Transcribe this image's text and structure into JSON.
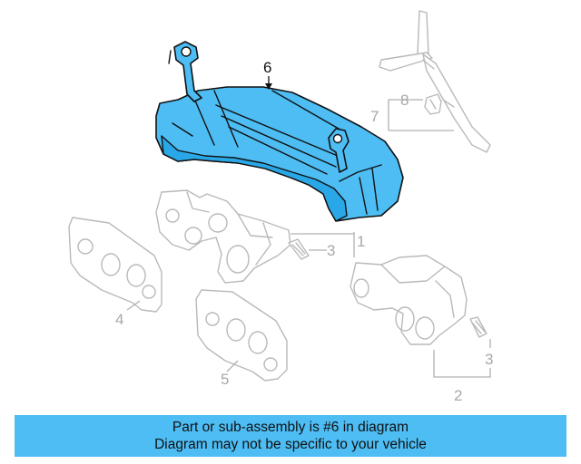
{
  "diagram": {
    "highlight_color": "#4dbdf4",
    "ghost_color": "#b9b9b9",
    "callouts": {
      "c6": "6",
      "c8": "8",
      "c7": "7",
      "c1": "1",
      "c3a": "3",
      "c4": "4",
      "c5": "5",
      "c3b": "3",
      "c2": "2"
    }
  },
  "banner": {
    "line1": "Part or sub-assembly is #6 in diagram",
    "line2": "Diagram may not be specific to your vehicle"
  }
}
